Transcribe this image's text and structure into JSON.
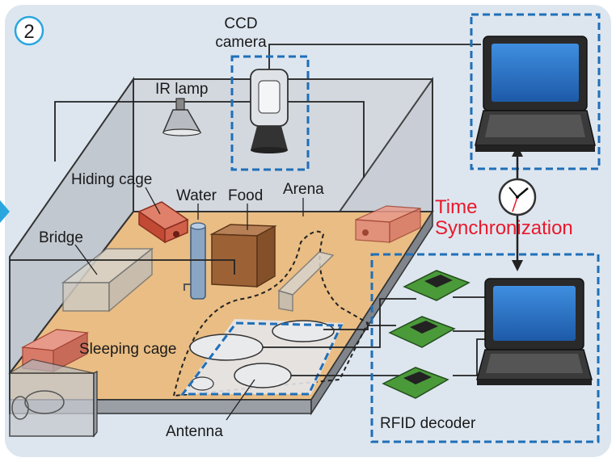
{
  "panel": {
    "number": "2"
  },
  "labels": {
    "ccd_camera_line1": "CCD",
    "ccd_camera_line2": "camera",
    "ir_lamp": "IR lamp",
    "hiding_cage": "Hiding cage",
    "water": "Water",
    "food": "Food",
    "arena": "Arena",
    "bridge": "Bridge",
    "sleeping_cage": "Sleeping cage",
    "antenna": "Antenna",
    "rfid_decoder": "RFID decoder",
    "time_sync_line1": "Time",
    "time_sync_line2": "Synchronization"
  },
  "colors": {
    "background": "#dde6ef",
    "arena_floor": "#e9bd84",
    "dashed_box": "#1f6fb8",
    "time_sync_text": "#e8192c",
    "panel_circle": "#2aa6df",
    "screen": "#2f77c8",
    "pcb": "#4a9a3a"
  }
}
